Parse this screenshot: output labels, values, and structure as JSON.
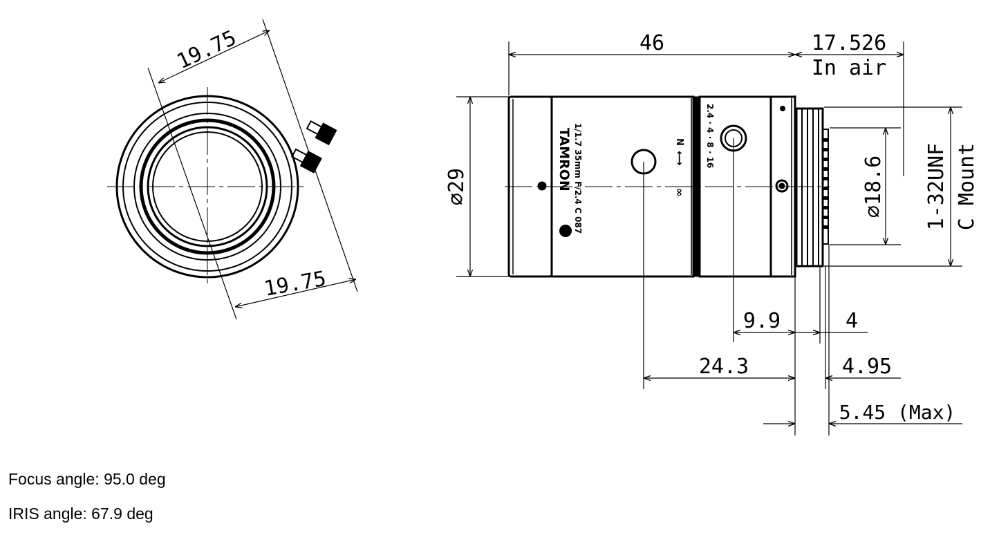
{
  "front_view": {
    "dimension_top": "19.75",
    "dimension_bottom": "19.75"
  },
  "side_view": {
    "length": "46",
    "flange_back_value": "17.526",
    "flange_back_note": "In air",
    "body_diameter": "∅29",
    "image_circle": "∅18.6",
    "mount_thread": "1-32UNF",
    "mount_type": "C Mount",
    "dim_9_9": "9.9",
    "dim_24_3": "24.3",
    "dim_4": "4",
    "dim_4_95": "4.95",
    "dim_5_45": "5.45 (Max)",
    "brand": "TAMRON",
    "model_line": "1/1.7 35mm F/2.4 C 087",
    "focus_far": "∞",
    "focus_near": "N",
    "iris_marks": "2.4 · 4 · 8 · 16"
  },
  "specs": {
    "focus_angle": "Focus angle: 95.0 deg",
    "iris_angle": "IRIS angle: 67.9 deg"
  }
}
